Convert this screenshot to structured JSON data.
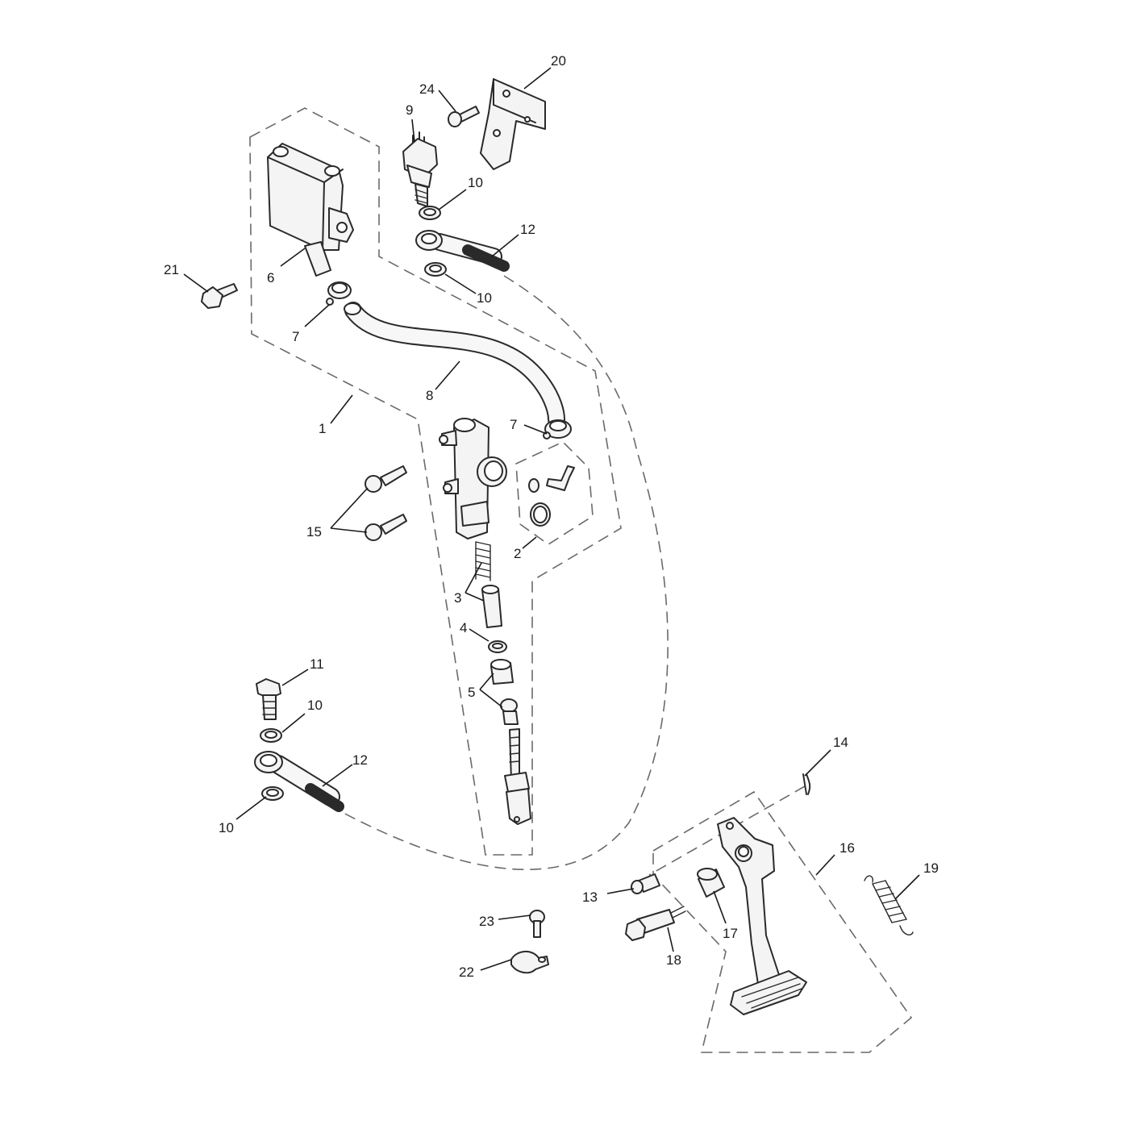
{
  "callouts": [
    {
      "id": "c1",
      "label": "1"
    },
    {
      "id": "c2",
      "label": "2"
    },
    {
      "id": "c3",
      "label": "3"
    },
    {
      "id": "c4",
      "label": "4"
    },
    {
      "id": "c5",
      "label": "5"
    },
    {
      "id": "c6",
      "label": "6"
    },
    {
      "id": "c7a",
      "label": "7"
    },
    {
      "id": "c7b",
      "label": "7"
    },
    {
      "id": "c8",
      "label": "8"
    },
    {
      "id": "c9",
      "label": "9"
    },
    {
      "id": "c10a",
      "label": "10"
    },
    {
      "id": "c10b",
      "label": "10"
    },
    {
      "id": "c10c",
      "label": "10"
    },
    {
      "id": "c10d",
      "label": "10"
    },
    {
      "id": "c11",
      "label": "11"
    },
    {
      "id": "c12a",
      "label": "12"
    },
    {
      "id": "c12b",
      "label": "12"
    },
    {
      "id": "c13",
      "label": "13"
    },
    {
      "id": "c14",
      "label": "14"
    },
    {
      "id": "c15",
      "label": "15"
    },
    {
      "id": "c16",
      "label": "16"
    },
    {
      "id": "c17",
      "label": "17"
    },
    {
      "id": "c18",
      "label": "18"
    },
    {
      "id": "c19",
      "label": "19"
    },
    {
      "id": "c20",
      "label": "20"
    },
    {
      "id": "c21",
      "label": "21"
    },
    {
      "id": "c22",
      "label": "22"
    },
    {
      "id": "c23",
      "label": "23"
    },
    {
      "id": "c24",
      "label": "24"
    }
  ]
}
